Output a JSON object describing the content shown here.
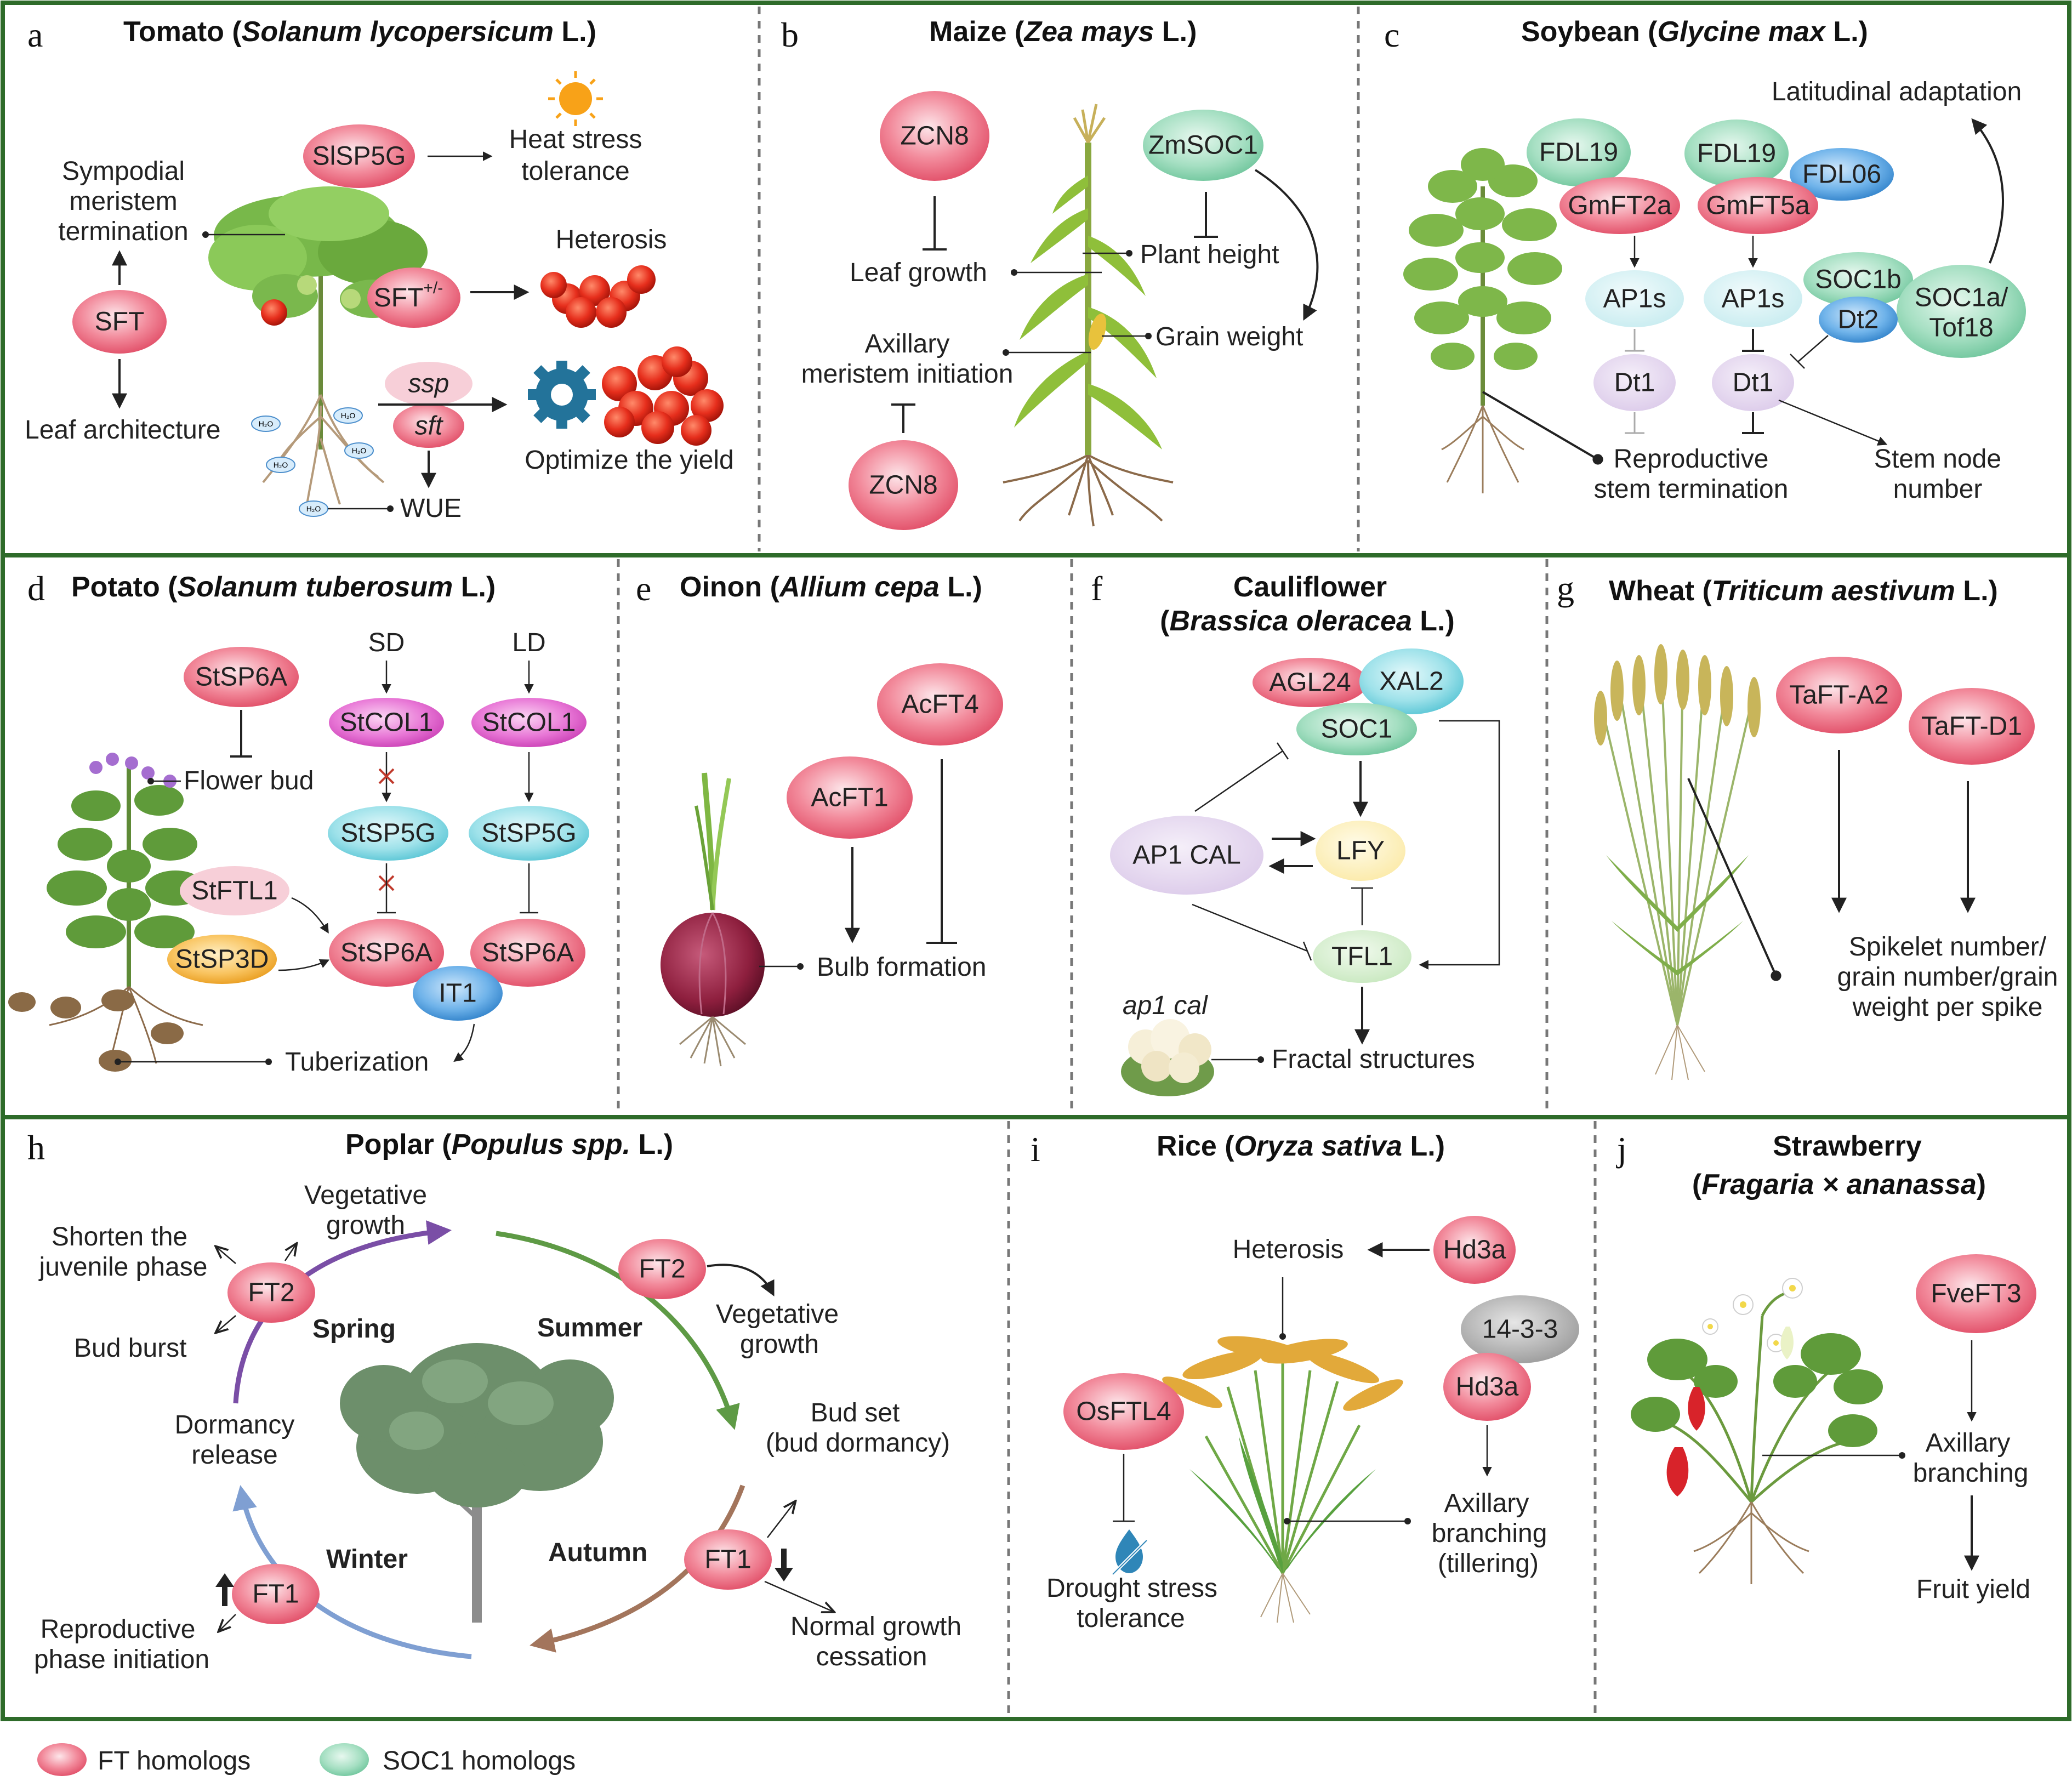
{
  "panels": {
    "a": {
      "letter": "a",
      "title_common": "Tomato (",
      "title_sci": "Solanum lycopersicum",
      "title_end": " L.)",
      "genes": {
        "slsp5g": "SlSP5G",
        "sft": "SFT",
        "sft_het": "SFT",
        "sft_het_sup": "+/-",
        "ssp": "ssp",
        "sft_mut": "sft"
      },
      "labels": {
        "heat1": "Heat stress",
        "heat2": "tolerance",
        "symp1": "Sympodial",
        "symp2": "meristem",
        "symp3": "termination",
        "heterosis": "Heterosis",
        "leaf": "Leaf  architecture",
        "optimize": "Optimize the yield",
        "wue": "WUE",
        "h2o": "H₂O"
      }
    },
    "b": {
      "letter": "b",
      "title_common": "Maize (",
      "title_sci": "Zea mays",
      "title_end": " L.)",
      "genes": {
        "zcn8_top": "ZCN8",
        "zmsoc1": "ZmSOC1",
        "zcn8_bottom": "ZCN8"
      },
      "labels": {
        "leaf_growth": "Leaf growth",
        "plant_height": "Plant height",
        "axil1": "Axillary",
        "axil2": "meristem initiation",
        "grain_weight": "Grain weight"
      }
    },
    "c": {
      "letter": "c",
      "title_common": "Soybean (",
      "title_sci": "Glycine max",
      "title_end": " L.)",
      "genes": {
        "fdl19a": "FDL19",
        "fdl19b": "FDL19",
        "fdl06": "FDL06",
        "gmft2a": "GmFT2a",
        "gmft5a": "GmFT5a",
        "ap1s_a": "AP1s",
        "ap1s_b": "AP1s",
        "soc1b": "SOC1b",
        "dt2": "Dt2",
        "soc1a1": "SOC1a/",
        "soc1a2": "Tof18",
        "dt1_a": "Dt1",
        "dt1_b": "Dt1"
      },
      "labels": {
        "lat": "Latitudinal adaptation",
        "rep1": "Reproductive",
        "rep2": "stem termination",
        "stem1": "Stem node",
        "stem2": "number"
      }
    },
    "d": {
      "letter": "d",
      "title_common": "Potato (",
      "title_sci": "Solanum tuberosum",
      "title_end": " L.)",
      "genes": {
        "stsp6a_top": "StSP6A",
        "stcol1_sd": "StCOL1",
        "stcol1_ld": "StCOL1",
        "stsp5g_sd": "StSP5G",
        "stsp5g_ld": "StSP5G",
        "stftl1": "StFTL1",
        "stsp3d": "StSP3D",
        "stsp6a_sd": "StSP6A",
        "stsp6a_ld": "StSP6A",
        "it1": "IT1"
      },
      "labels": {
        "sd": "SD",
        "ld": "LD",
        "flower_bud": "Flower bud",
        "tuber": "Tuberization"
      }
    },
    "e": {
      "letter": "e",
      "title_common": "Oinon (",
      "title_sci": "Allium cepa",
      "title_end": " L.)",
      "genes": {
        "acft4": "AcFT4",
        "acft1": "AcFT1"
      },
      "labels": {
        "bulb": "Bulb formation"
      }
    },
    "f": {
      "letter": "f",
      "title_common": "Cauliflower",
      "title2_open": "(",
      "title_sci": "Brassica oleracea",
      "title_end": " L.)",
      "genes": {
        "agl24": "AGL24",
        "xal2": "XAL2",
        "soc1": "SOC1",
        "ap1cal": "AP1 CAL",
        "lfy": "LFY",
        "tfl1": "TFL1"
      },
      "labels": {
        "ap1cal_mut": "ap1 cal",
        "fractal": "Fractal structures"
      }
    },
    "g": {
      "letter": "g",
      "title_common": "Wheat (",
      "title_sci": "Triticum aestivum",
      "title_end": " L.)",
      "genes": {
        "taft_a2": "TaFT-A2",
        "taft_d1": "TaFT-D1"
      },
      "labels": {
        "sp1": "Spikelet number/",
        "sp2": "grain number/grain",
        "sp3": "weight per spike"
      }
    },
    "h": {
      "letter": "h",
      "title_common": "Poplar (",
      "title_sci": "Populus spp.",
      "title_end": " L.)",
      "genes": {
        "ft2_left": "FT2",
        "ft2_right": "FT2",
        "ft1_right": "FT1",
        "ft1_left": "FT1"
      },
      "labels": {
        "shorten1": "Shorten the",
        "shorten2": "juvenile phase",
        "veg1": "Vegetative",
        "veg2": "growth",
        "bud_burst": "Bud burst",
        "spring": "Spring",
        "summer": "Summer",
        "autumn": "Autumn",
        "winter": "Winter",
        "dorm1": "Dormancy",
        "dorm2": "release",
        "vegr1": "Vegetative",
        "vegr2": "growth",
        "budset1": "Bud set",
        "budset2": "(bud dormancy)",
        "normal1": "Normal growth",
        "normal2": "cessation",
        "rep1": "Reproductive",
        "rep2": "phase initiation"
      }
    },
    "i": {
      "letter": "i",
      "title_common": "Rice (",
      "title_sci": "Oryza sativa",
      "title_end": " L.)",
      "genes": {
        "hd3a_top": "Hd3a",
        "hd3a_bottom": "Hd3a",
        "p1433": "14-3-3",
        "osftl4": "OsFTL4"
      },
      "labels": {
        "heterosis": "Heterosis",
        "drought1": "Drought stress",
        "drought2": "tolerance",
        "ax1": "Axillary",
        "ax2": "branching",
        "ax3": "(tillering)"
      }
    },
    "j": {
      "letter": "j",
      "title1": "Strawberry",
      "title2_open": "(",
      "title_sci": "Fragaria × ananassa",
      "title_end": ")",
      "genes": {
        "fveft3": "FveFT3"
      },
      "labels": {
        "ax1": "Axillary",
        "ax2": "branching",
        "fruit": "Fruit yield"
      }
    }
  },
  "legend": {
    "ft": "FT homologs",
    "soc1": "SOC1 homologs"
  },
  "colors": {
    "panel_border": "#2e6b2a",
    "ft_pink": "#ee6b80",
    "soc1_green": "#8fd5b2",
    "cyan": "#7fd6e0",
    "blue": "#3a8fd8"
  }
}
